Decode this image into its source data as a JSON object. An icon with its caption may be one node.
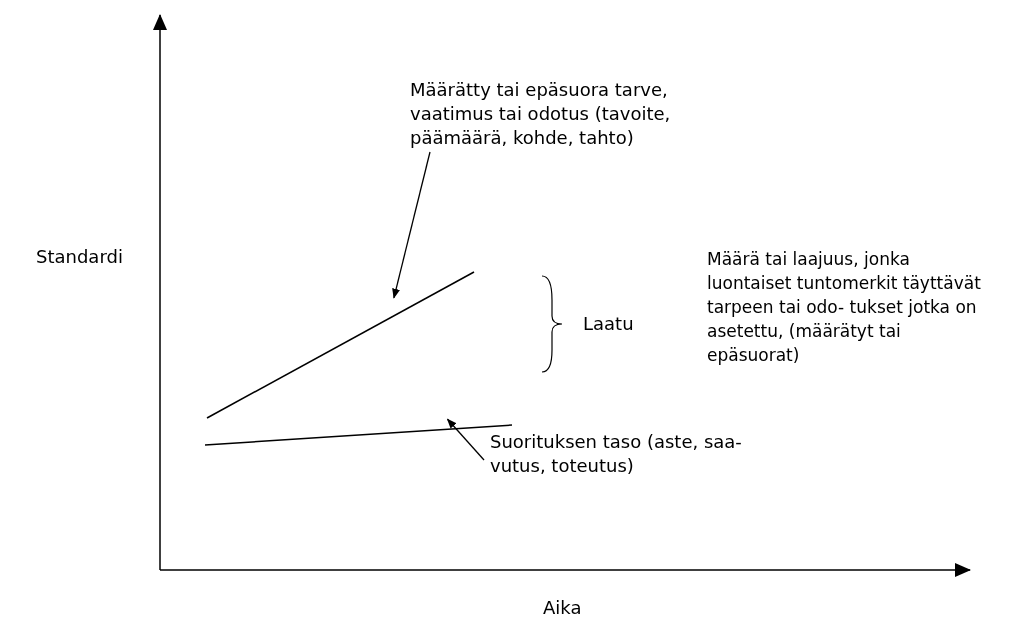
{
  "diagram": {
    "nodes": [
      {
        "text": [
          "Määrätty tai epäsuora tarve, vaatimus tai odotus (tavoite, päämäärä, kohde, tahto)"
        ]
      },
      {
        "text": [],
        "shape": "line"
      },
      {
        "text": [],
        "shape": "line"
      },
      {
        "text": [
          "Suorituksen taso (aste, saa- vutus, toteutus)"
        ]
      }
    ],
    "edges": [
      {
        "from": 0,
        "to": 1,
        "arrow": "to"
      },
      {
        "from": 3,
        "to": 2,
        "arrow": "to"
      }
    ],
    "labels": [
      "Standardi",
      "Laatu",
      "Määrä tai laajuus, jonka luontaiset tuntomerkit täyttävät tarpeen tai odo- tukset jotka on asetettu, (määrätyt tai epäsuorat)",
      "Aika"
    ]
  }
}
